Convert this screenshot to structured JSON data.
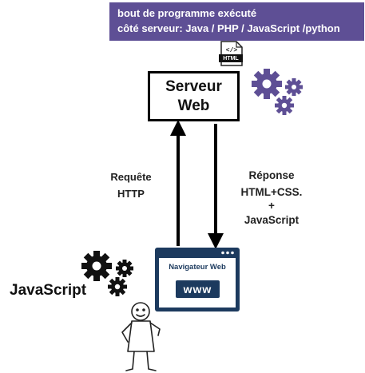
{
  "callout": {
    "line1": "bout de programme exécuté",
    "line2": "côté serveur: Java / PHP / JavaScript /python"
  },
  "html_file_icon": {
    "tag": "HTML",
    "code": "</>"
  },
  "server": {
    "line1": "Serveur",
    "line2": "Web"
  },
  "request": {
    "line1": "Requête",
    "line2": "HTTP"
  },
  "response": {
    "line1": "Réponse",
    "line2": "HTML+CSS.",
    "line3": "+",
    "line4": "JavaScript"
  },
  "browser": {
    "title": "Navigateur Web",
    "address": "www"
  },
  "client_label": "JavaScript",
  "colors": {
    "callout_bg": "#5e4f95",
    "server_gears": "#5e4f95",
    "client_gears": "#111111",
    "browser_frame": "#1c3a5e",
    "arrows": "#000000"
  }
}
